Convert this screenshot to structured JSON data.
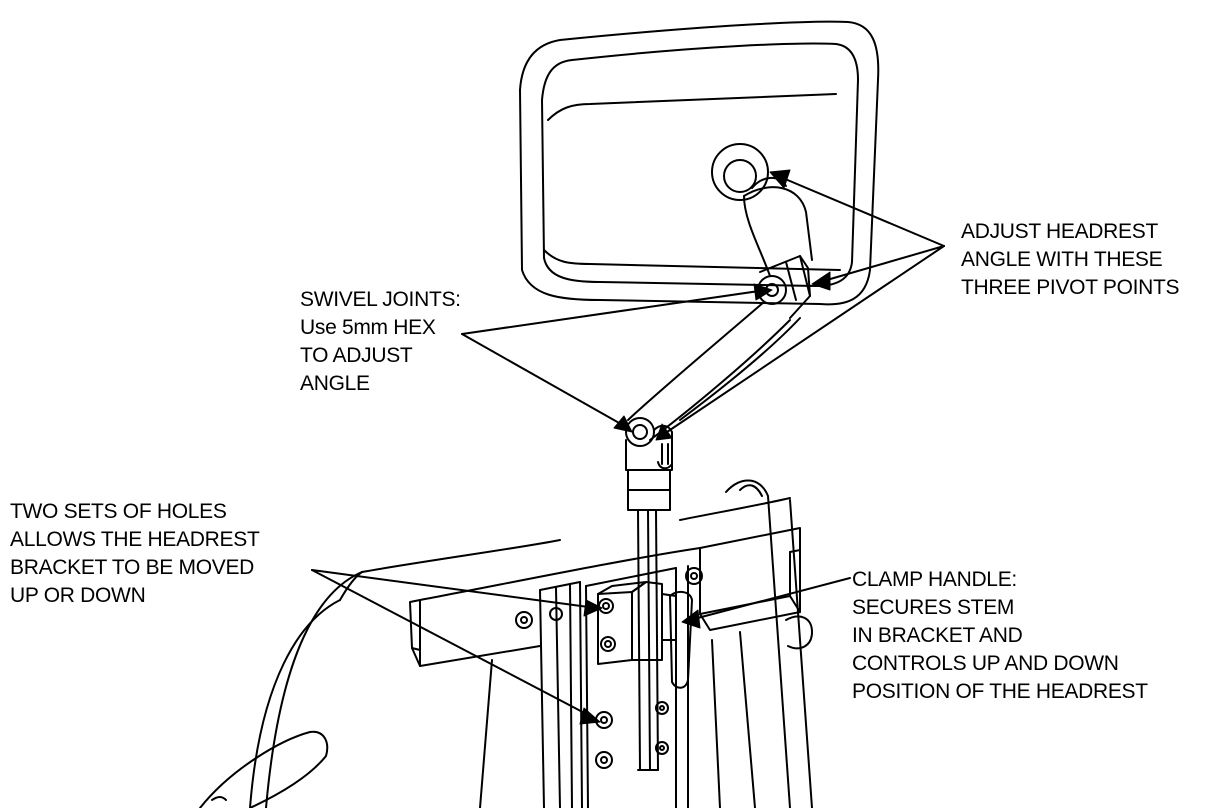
{
  "callouts": {
    "adjust_headrest": {
      "lines": [
        "ADJUST HEADREST",
        "ANGLE WITH THESE",
        "THREE PIVOT POINTS"
      ]
    },
    "swivel_joints": {
      "lines": [
        "SWIVEL JOINTS:",
        "Use 5mm HEX",
        "TO ADJUST",
        "ANGLE"
      ]
    },
    "two_sets_of_holes": {
      "lines": [
        "TWO SETS OF HOLES",
        "ALLOWS THE HEADREST",
        "BRACKET TO BE MOVED",
        "UP OR DOWN"
      ]
    },
    "clamp_handle": {
      "lines": [
        "CLAMP HANDLE:",
        "SECURES STEM",
        "IN BRACKET AND",
        "CONTROLS UP AND DOWN",
        "POSITION OF THE HEADREST"
      ]
    }
  },
  "colors": {
    "line": "#000000",
    "background": "#ffffff",
    "shade": "#e6e6e6"
  }
}
